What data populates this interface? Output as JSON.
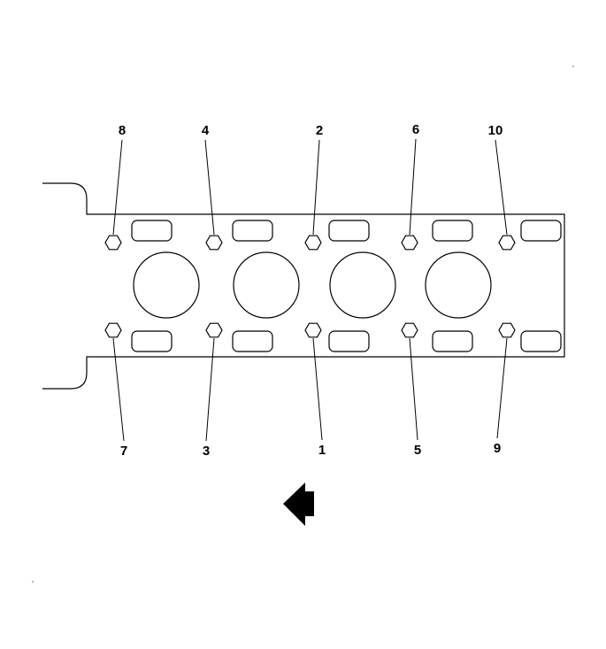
{
  "diagram": {
    "stroke_color": "#000000",
    "background_color": "#ffffff",
    "top_bolts": [
      {
        "label": "8"
      },
      {
        "label": "4"
      },
      {
        "label": "2"
      },
      {
        "label": "6"
      },
      {
        "label": "10"
      }
    ],
    "bottom_bolts": [
      {
        "label": "7"
      },
      {
        "label": "3"
      },
      {
        "label": "1"
      },
      {
        "label": "5"
      },
      {
        "label": "9"
      }
    ],
    "cylinder_count": 4,
    "direction_arrow": "left-arrow-icon"
  }
}
